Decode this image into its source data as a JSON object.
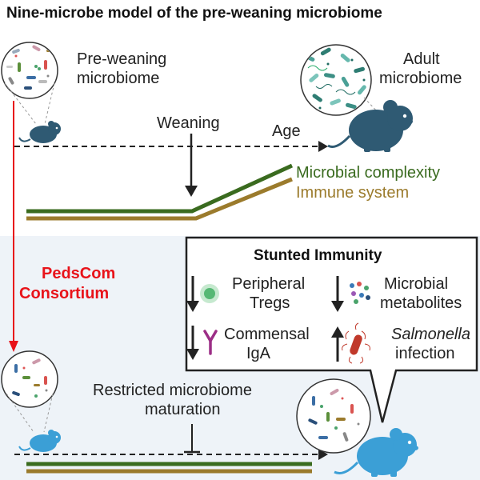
{
  "title": "Nine-microbe model of the pre-weaning microbiome",
  "labels": {
    "pre_weaning_line1": "Pre-weaning",
    "pre_weaning_line2": "microbiome",
    "adult_line1": "Adult",
    "adult_line2": "microbiome",
    "weaning": "Weaning",
    "age": "Age",
    "microbial_complexity": "Microbial complexity",
    "immune_system": "Immune system",
    "pedscom_line1": "PedsCom",
    "pedscom_line2": "Consortium",
    "restricted_line1": "Restricted microbiome",
    "restricted_line2": "maturation"
  },
  "stunted_box": {
    "title": "Stunted Immunity",
    "peripheral_line1": "Peripheral",
    "peripheral_line2": "Tregs",
    "microbial_line1": "Microbial",
    "microbial_line2": "metabolites",
    "commensal_line1": "Commensal",
    "commensal_line2": "IgA",
    "salmonella_line1": "Salmonella",
    "salmonella_line2": "infection"
  },
  "colors": {
    "complexity_green": "#3a6b1f",
    "immune_brown": "#9b7b2c",
    "pedscom_red": "#e8131a",
    "mouse_dark": "#2f5a73",
    "mouse_light": "#3b9fd6",
    "bottom_panel_bg": "#eef3f8",
    "arrow_red": "#e8131a"
  },
  "icons": [
    "mouse-icon",
    "microbiome-circle-icon",
    "treg-cell-icon",
    "metabolites-icon",
    "iga-antibody-icon",
    "salmonella-icon",
    "down-arrow-icon",
    "up-arrow-icon"
  ]
}
